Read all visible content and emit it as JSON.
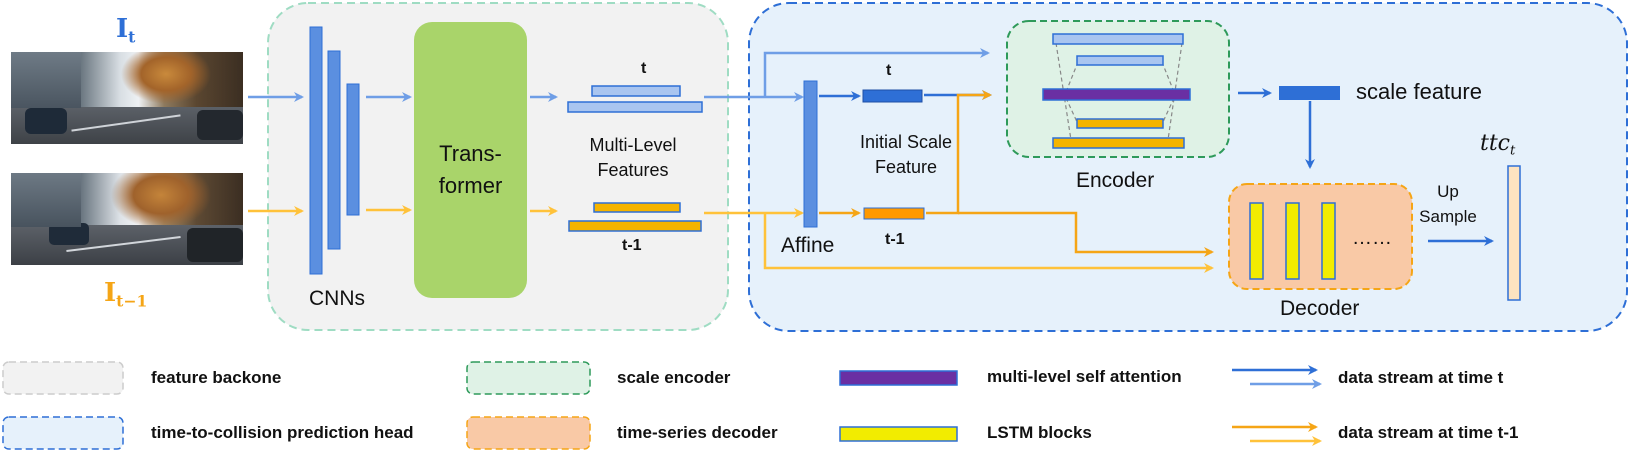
{
  "inputs": {
    "frame_t_symbol": "I",
    "frame_t_subscript": "t",
    "frame_prev_symbol": "I",
    "frame_prev_subscript": "t−1"
  },
  "backbone": {
    "cnn_label": "CNNs",
    "transformer_label_line1": "Trans-",
    "transformer_label_line2": "former",
    "feature_t_label": "t",
    "feature_prev_label": "t-1",
    "multi_level_line1": "Multi-Level",
    "multi_level_line2": "Features"
  },
  "head": {
    "affine_label": "Affine",
    "scale_t_label": "t",
    "scale_prev_label": "t-1",
    "initial_scale_line1": "Initial Scale",
    "initial_scale_line2": "Feature",
    "encoder_label": "Encoder",
    "scale_feature_label": "scale feature",
    "decoder_label": "Decoder",
    "decoder_ellipsis": "……",
    "upsample_line1": "Up",
    "upsample_line2": "Sample",
    "output_label": "ttc",
    "output_subscript": "t"
  },
  "legend": [
    {
      "label": "feature backone",
      "swatch": "feature-backbone-swatch"
    },
    {
      "label": "time-to-collision prediction head",
      "swatch": "prediction-head-swatch"
    },
    {
      "label": "scale encoder",
      "swatch": "scale-encoder-swatch"
    },
    {
      "label": "time-series decoder",
      "swatch": "time-series-decoder-swatch"
    },
    {
      "label": "multi-level self attention",
      "swatch": "self-attention-swatch"
    },
    {
      "label": "LSTM blocks",
      "swatch": "lstm-swatch"
    },
    {
      "label": "data stream at time t",
      "swatch": "blue-arrows"
    },
    {
      "label": "data stream at time t-1",
      "swatch": "orange-arrows"
    }
  ],
  "colors": {
    "blue_dark": "#2e6fd6",
    "blue_light": "#6f9ee6",
    "blue_fill": "#5b8fe0",
    "blue_pale": "#a9c5f0",
    "orange": "#f5a516",
    "orange_light": "#ffc23a",
    "orange_fill": "#ff9900",
    "purple": "#6a2fa3",
    "yellow": "#f2ec00",
    "green": "#a9d46a",
    "panel_gray": "#f2f2f2",
    "panel_blue": "#e6f1fb",
    "panel_green": "#dff2e6",
    "panel_peach": "#f9c9a6",
    "output_fill": "#fde3c0"
  }
}
